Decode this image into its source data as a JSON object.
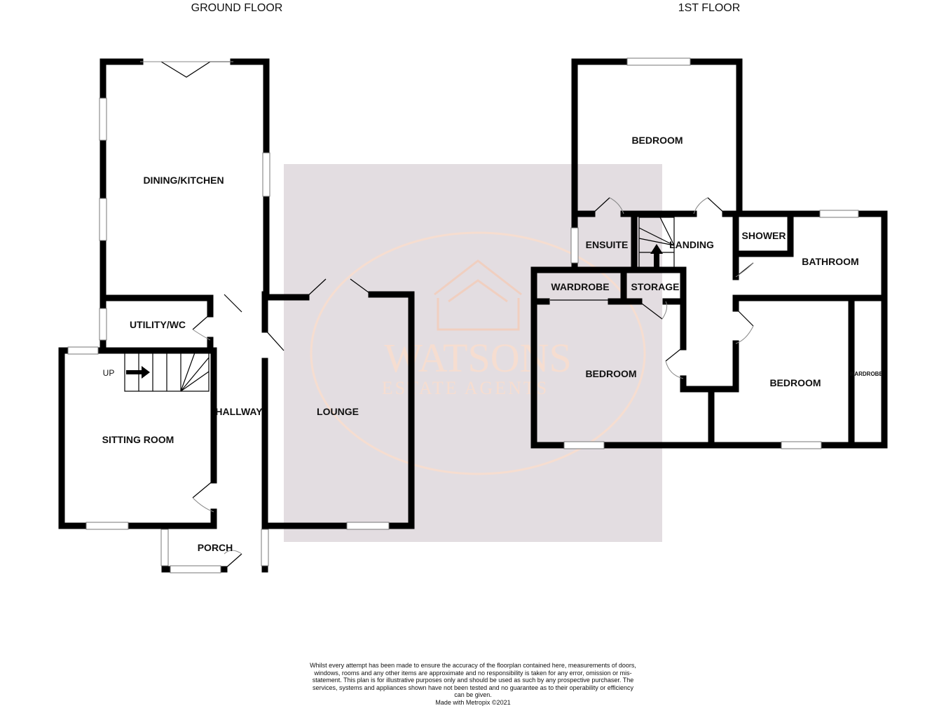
{
  "floors": {
    "ground": "GROUND FLOOR",
    "first": "1ST FLOOR"
  },
  "rooms": {
    "dining_kitchen": "DINING/KITCHEN",
    "utility": "UTILITY/WC",
    "sitting_room": "SITTING ROOM",
    "up": "UP",
    "hallway": "HALLWAY",
    "lounge": "LOUNGE",
    "porch": "PORCH",
    "bedroom_top": "BEDROOM",
    "ensuite": "ENSUITE",
    "landing": "LANDING",
    "shower": "SHOWER",
    "bathroom": "BATHROOM",
    "wardrobe": "WARDROBE",
    "storage": "STORAGE",
    "bedroom_left": "BEDROOM",
    "bedroom_right": "BEDROOM",
    "wardrobe_small": "WARDROBE"
  },
  "watermark": {
    "name": "WATSONS",
    "sub": "ESTATE AGENTS",
    "bg": "#e3dde1",
    "accent": "#f6ddd0"
  },
  "disclaimer": "Whilst every attempt has been made to ensure the accuracy of the floorplan contained here, measurements of doors, windows, rooms and any other items are approximate and no responsibility is taken for any error, omission or mis-statement. This plan is for illustrative purposes only and should be used as such by any prospective purchaser. The services, systems and appliances shown have not been tested and no guarantee as to their operability or efficiency can be given.",
  "credit": "Made with Metropix ©2021"
}
